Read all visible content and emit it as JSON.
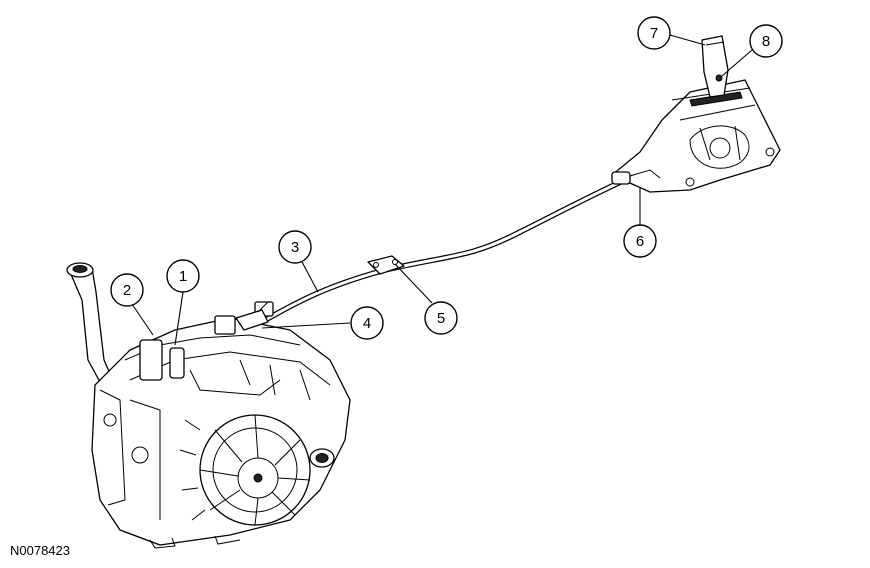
{
  "figure_id": "N0078423",
  "callouts": [
    {
      "label": "1"
    },
    {
      "label": "2"
    },
    {
      "label": "3"
    },
    {
      "label": "4"
    },
    {
      "label": "5"
    },
    {
      "label": "6"
    },
    {
      "label": "7"
    },
    {
      "label": "8"
    }
  ]
}
